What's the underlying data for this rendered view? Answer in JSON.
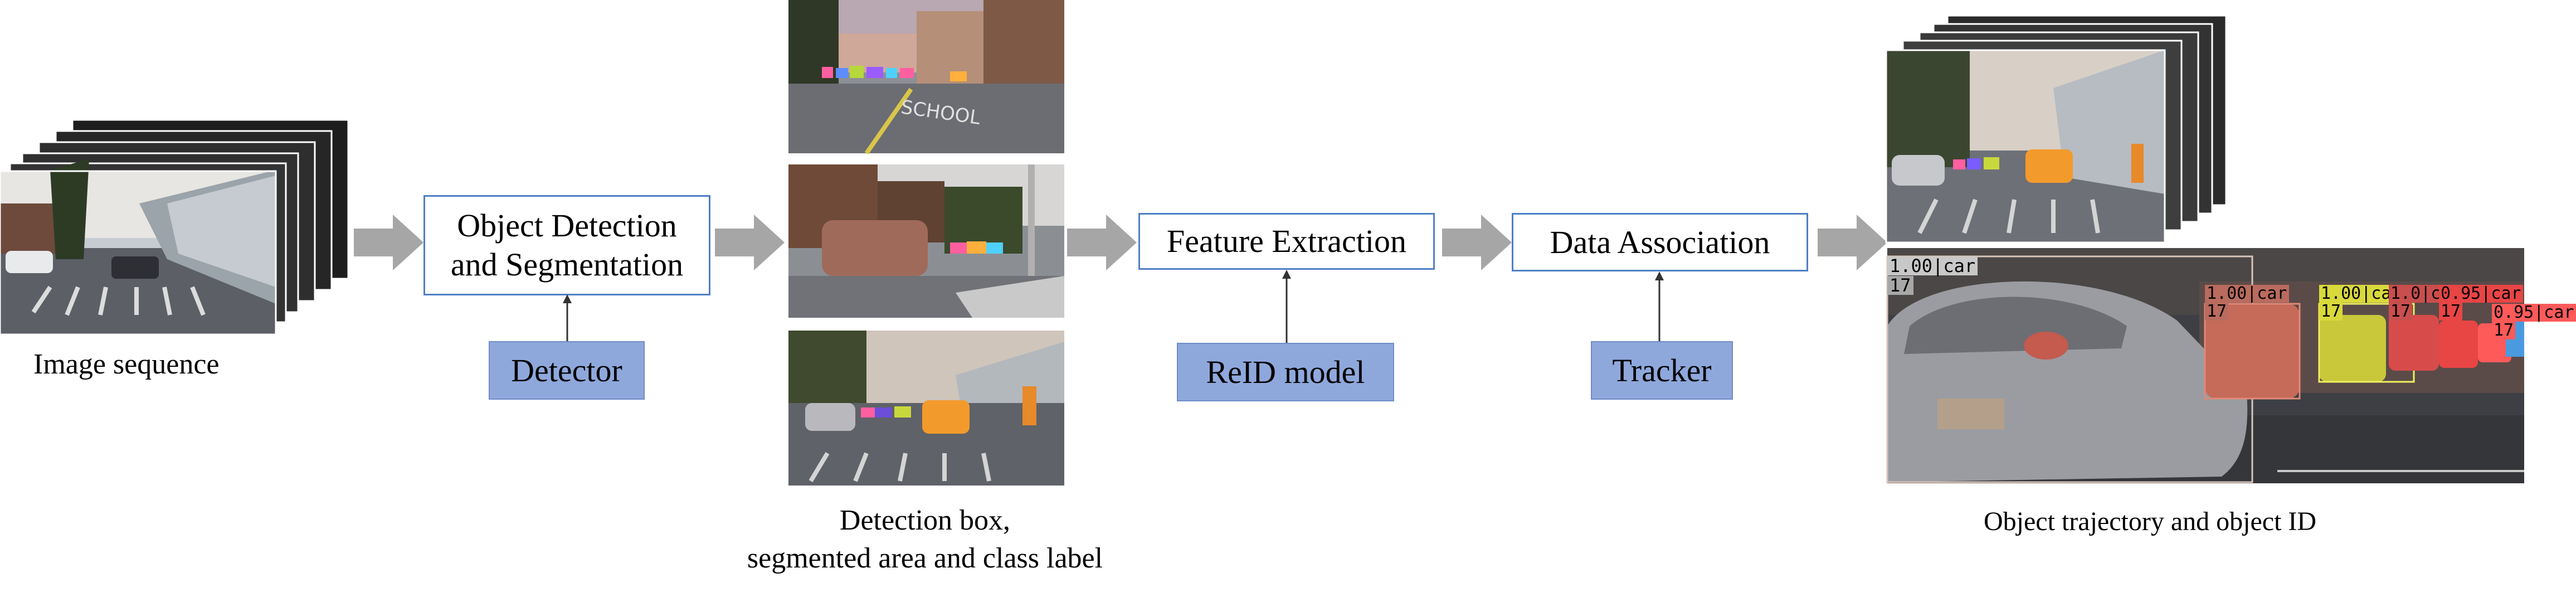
{
  "captions": {
    "image_sequence": "Image sequence",
    "detection_line1": "Detection box,",
    "detection_line2": "segmented area and class label",
    "trajectory": "Object trajectory and object ID"
  },
  "boxes": {
    "detection": [
      "Object Detection",
      "and Segmentation"
    ],
    "feature": "Feature Extraction",
    "association": "Data Association"
  },
  "components": {
    "detector": "Detector",
    "reid": "ReID model",
    "tracker": "Tracker"
  },
  "overlay_labels": {
    "big_car": "1.00|car",
    "big_car_id": "17",
    "car2": "1.00|car",
    "car2_id": "17",
    "car3": "1.00|car",
    "car3_id": "17",
    "car4": "1.0|car",
    "car4_id": "17",
    "car5": "0.95|car",
    "car5_id": "17",
    "car6": "0.95|car",
    "car6_id": "17"
  },
  "colors": {
    "box_border": "#4f7fc6",
    "component_fill": "#8fa8dc",
    "arrow": "#a6a6a6"
  }
}
